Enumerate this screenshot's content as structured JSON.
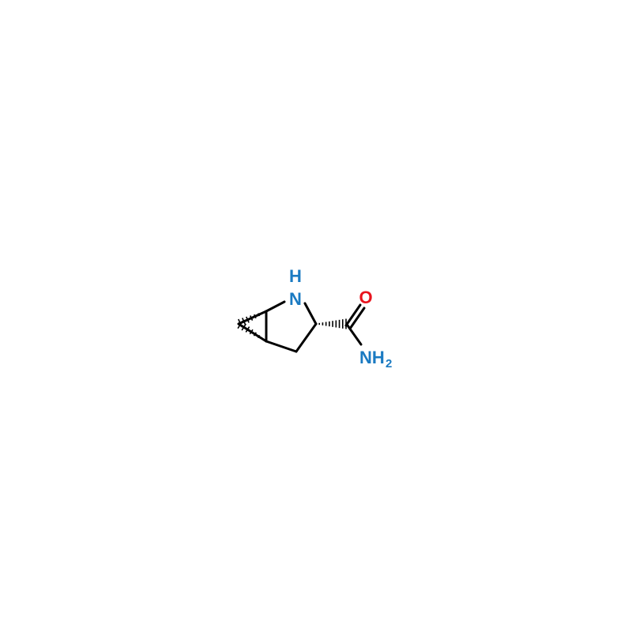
{
  "molecule": {
    "atoms": {
      "ring_nh_h": "H",
      "ring_nh_n": "N",
      "carbonyl_o": "O",
      "amide_n": "NH",
      "amide_h_count": "2"
    },
    "colors": {
      "nitrogen": "#1a7ac2",
      "oxygen": "#e8141e",
      "bond": "#000000"
    }
  }
}
